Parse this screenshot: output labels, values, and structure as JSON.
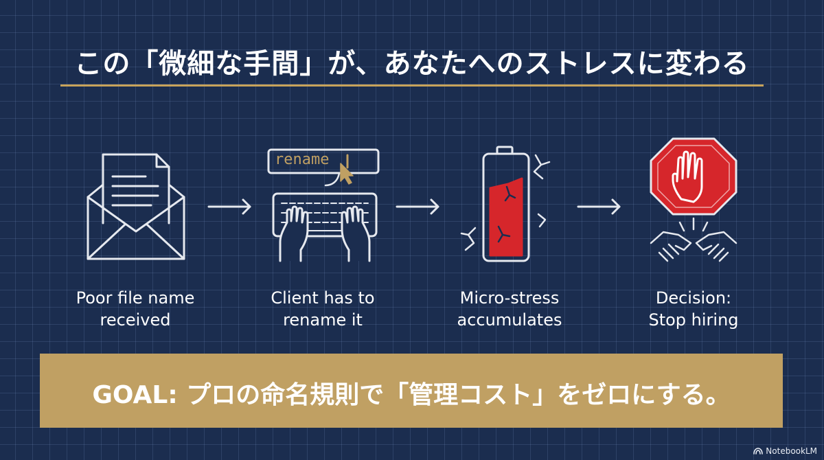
{
  "title": "この「微細な手間」が、あなたへのストレスに変わる",
  "steps": [
    {
      "label_line1": "Poor file name",
      "label_line2": "received",
      "icon": "envelope-icon"
    },
    {
      "label_line1": "Client has to",
      "label_line2": "rename it",
      "icon": "keyboard-icon",
      "input_text": "rename"
    },
    {
      "label_line1": "Micro-stress",
      "label_line2": "accumulates",
      "icon": "battery-icon"
    },
    {
      "label_line1": "Decision:",
      "label_line2": "Stop hiring",
      "icon": "stop-sign-icon"
    }
  ],
  "goal": "GOAL: プロの命名規則で「管理コスト」をゼロにする。",
  "brand": "NotebookLM",
  "colors": {
    "background": "#1b2d4f",
    "accent_gold": "#c0a063",
    "alert_red": "#d6262b",
    "line": "#e6e9ef"
  }
}
